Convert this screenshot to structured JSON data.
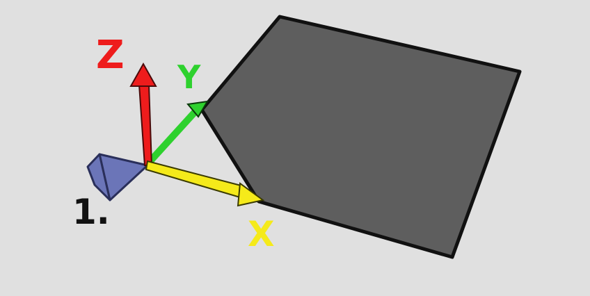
{
  "axes": {
    "x": {
      "label": "X",
      "color": "#f5ea1a"
    },
    "y": {
      "label": "Y",
      "color": "#2ed12e"
    },
    "z": {
      "label": "Z",
      "color": "#ee1c1c"
    }
  },
  "step": {
    "label": "1.",
    "color": "#111111"
  },
  "plane": {
    "fill": "#5e5e5e",
    "stroke": "#111111"
  },
  "camera_icon": {
    "name": "camera-icon",
    "color": "#6b75b8"
  },
  "background": "#e0e0e0"
}
